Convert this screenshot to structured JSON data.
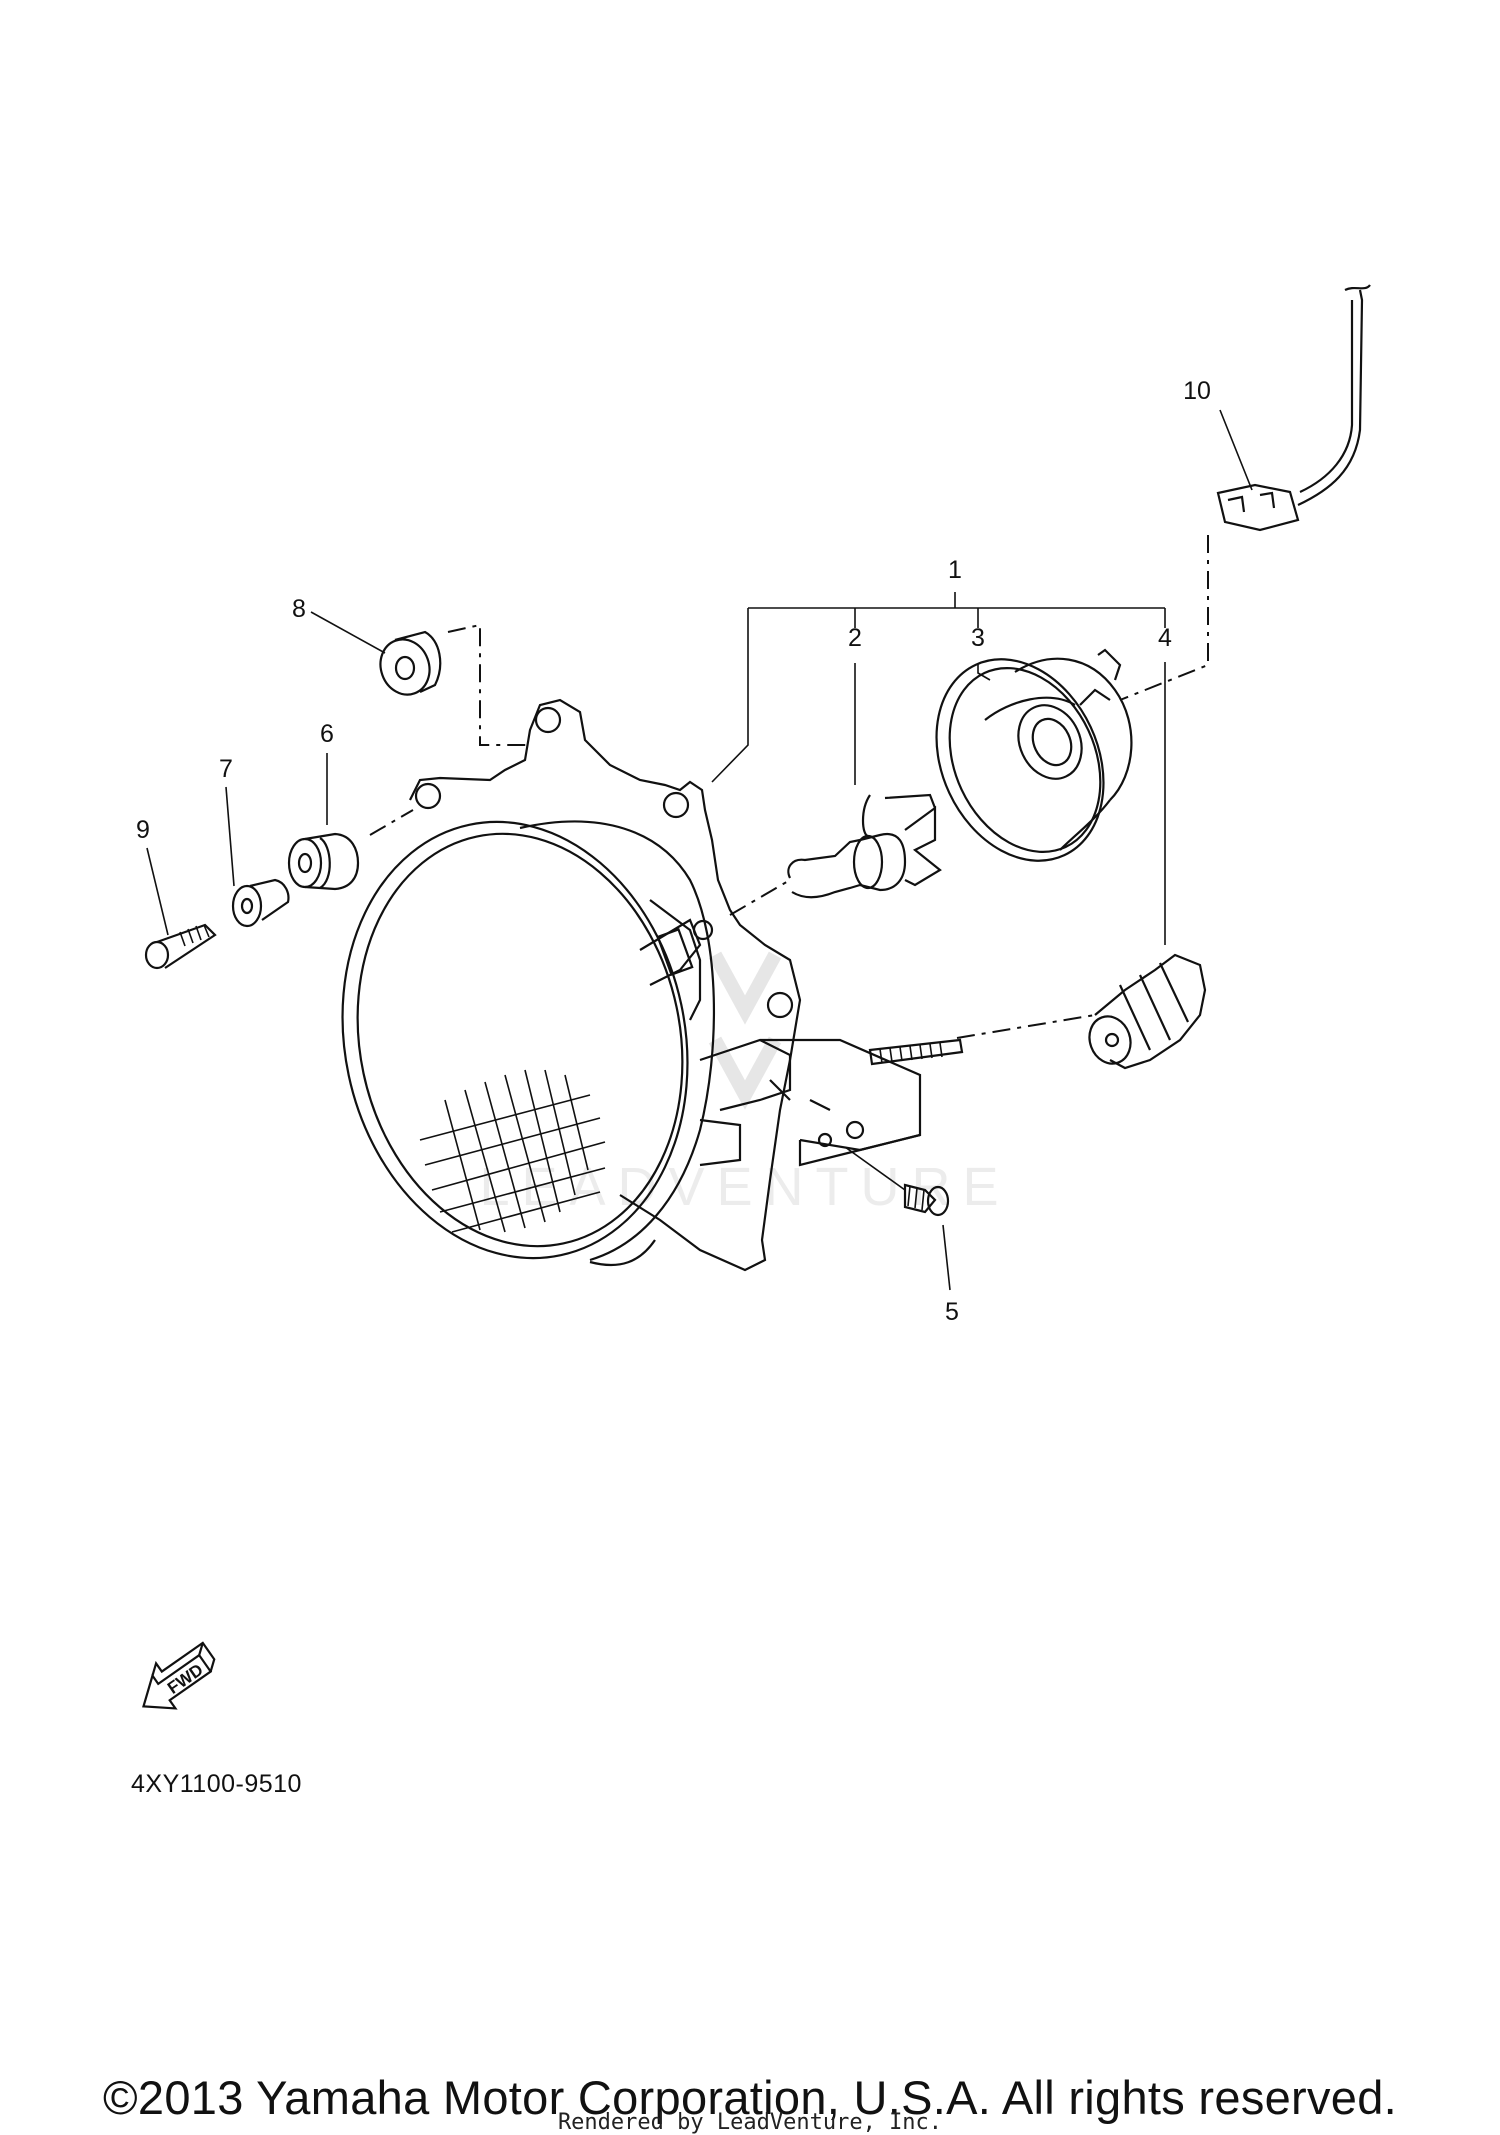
{
  "callouts": {
    "c1": "1",
    "c2": "2",
    "c3": "3",
    "c4": "4",
    "c5": "5",
    "c6": "6",
    "c7": "7",
    "c8": "8",
    "c9": "9",
    "c10": "10"
  },
  "fwd_label": "FWD",
  "part_code": "4XY1100-9510",
  "copyright": "©2013 Yamaha Motor Corporation, U.S.A. All rights reserved.",
  "watermark": "LEADVENTURE",
  "rendered_by": "Rendered by LeadVenture, Inc."
}
